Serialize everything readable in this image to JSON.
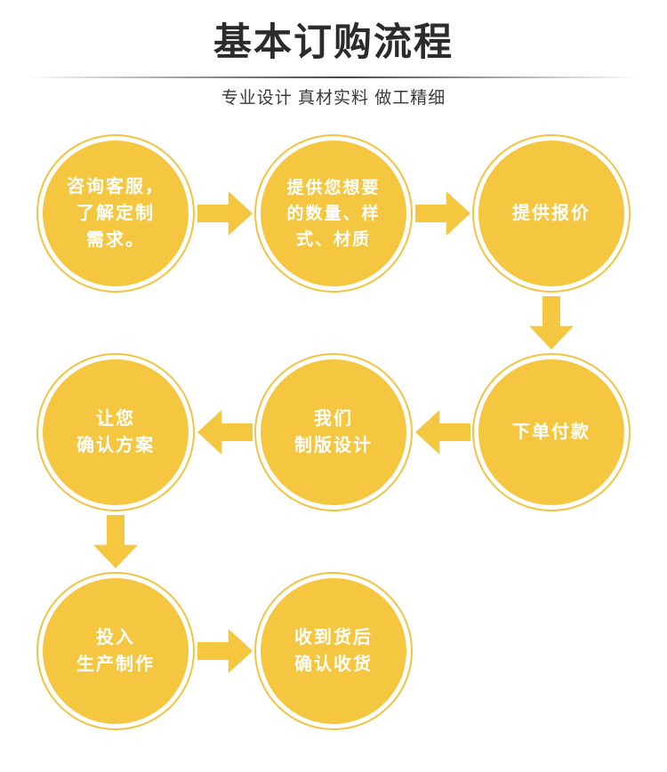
{
  "header": {
    "title": "基本订购流程",
    "subtitle": "专业设计  真材实料  做工精细"
  },
  "theme": {
    "accent": "#F5C63F",
    "ring": "#F2C340",
    "label_color": "#ffffff",
    "title_color": "#2b2b2b",
    "background": "#ffffff"
  },
  "flow": {
    "type": "process-flowchart",
    "direction": "boustrophedon-left-to-right-then-right-to-left",
    "steps": [
      {
        "index": 1,
        "label": "咨询客服，\n了解定制\n需求。",
        "row": 1,
        "col": 1
      },
      {
        "index": 2,
        "label": "提供您想要\n的数量、样\n式、材质",
        "row": 1,
        "col": 2
      },
      {
        "index": 3,
        "label": "提供报价",
        "row": 1,
        "col": 3
      },
      {
        "index": 4,
        "label": "下单付款",
        "row": 2,
        "col": 3
      },
      {
        "index": 5,
        "label": "我们\n制版设计",
        "row": 2,
        "col": 2
      },
      {
        "index": 6,
        "label": "让您\n确认方案",
        "row": 2,
        "col": 1
      },
      {
        "index": 7,
        "label": "投入\n生产制作",
        "row": 3,
        "col": 1
      },
      {
        "index": 8,
        "label": "收到货后\n确认收货",
        "row": 3,
        "col": 2
      }
    ],
    "connectors": [
      {
        "from": 1,
        "to": 2,
        "direction": "right"
      },
      {
        "from": 2,
        "to": 3,
        "direction": "right"
      },
      {
        "from": 3,
        "to": 4,
        "direction": "down"
      },
      {
        "from": 4,
        "to": 5,
        "direction": "left"
      },
      {
        "from": 5,
        "to": 6,
        "direction": "left"
      },
      {
        "from": 6,
        "to": 7,
        "direction": "down"
      },
      {
        "from": 7,
        "to": 8,
        "direction": "right"
      }
    ]
  }
}
